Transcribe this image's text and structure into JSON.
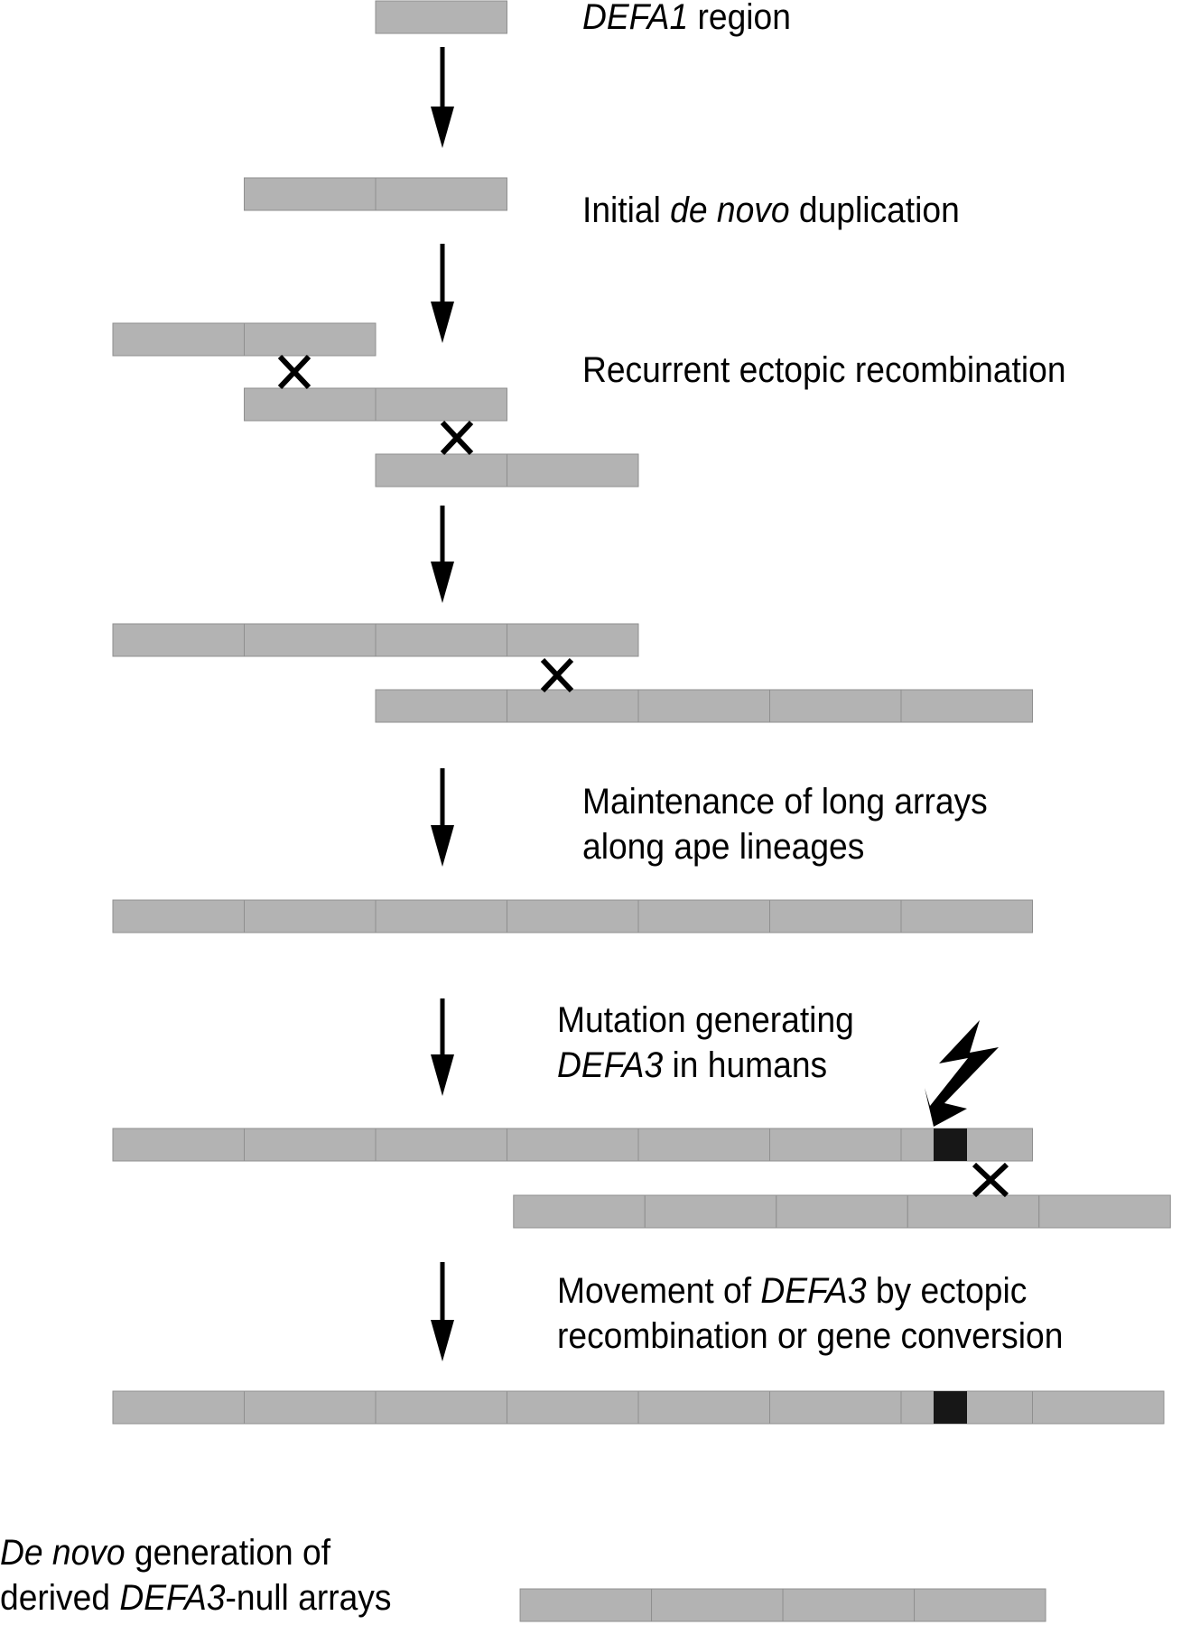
{
  "colors": {
    "block": "#b3b3b3",
    "block_border": "#8f8f8f",
    "mutant": "#171717",
    "ink": "#000000",
    "background": "#ffffff"
  },
  "steps": [
    {
      "id": "defa1-region",
      "parts": [
        {
          "t": "DEFA1",
          "i": true
        },
        {
          "t": " region",
          "i": false
        }
      ]
    },
    {
      "id": "initial-duplication",
      "parts": [
        {
          "t": "Initial ",
          "i": false
        },
        {
          "t": "de novo",
          "i": true
        },
        {
          "t": " duplication",
          "i": false
        }
      ]
    },
    {
      "id": "recurrent-recombination",
      "parts": [
        {
          "t": "Recurrent ectopic recombination",
          "i": false
        }
      ]
    },
    {
      "id": "maintenance",
      "parts": [
        {
          "t": "Maintenance of long arrays",
          "i": false
        }
      ],
      "line2": [
        {
          "t": "along ape lineages",
          "i": false
        }
      ]
    },
    {
      "id": "mutation",
      "parts": [
        {
          "t": "Mutation generating",
          "i": false
        }
      ],
      "line2": [
        {
          "t": "DEFA3",
          "i": true
        },
        {
          "t": " in humans",
          "i": false
        }
      ]
    },
    {
      "id": "movement",
      "parts": [
        {
          "t": "Movement of ",
          "i": false
        },
        {
          "t": "DEFA3",
          "i": true
        },
        {
          "t": " by ectopic",
          "i": false
        }
      ],
      "line2": [
        {
          "t": "recombination or gene conversion",
          "i": false
        }
      ]
    },
    {
      "id": "de-novo-null",
      "parts": [
        {
          "t": "De novo",
          "i": true
        },
        {
          "t": " generation of",
          "i": false
        }
      ],
      "line2": [
        {
          "t": "derived ",
          "i": false
        },
        {
          "t": "DEFA3",
          "i": true
        },
        {
          "t": "-null arrays",
          "i": false
        }
      ]
    }
  ],
  "arrays": [
    {
      "name": "defa1-single",
      "start": 2,
      "units": 1,
      "row": 0
    },
    {
      "name": "duplicated-pair",
      "start": 1,
      "units": 2,
      "row": 1
    },
    {
      "name": "recomb-array-a",
      "start": 0,
      "units": 2,
      "row": 2
    },
    {
      "name": "recomb-array-b",
      "start": 1,
      "units": 2,
      "row": 3
    },
    {
      "name": "recomb-array-c",
      "start": 2,
      "units": 2,
      "row": 4
    },
    {
      "name": "recomb2-array-a",
      "start": 0,
      "units": 4,
      "row": 5
    },
    {
      "name": "recomb2-array-b",
      "start": 2,
      "units": 5,
      "row": 6
    },
    {
      "name": "long-array",
      "start": 0,
      "units": 7,
      "row": 7
    },
    {
      "name": "mutated-array",
      "start": 0,
      "units": 7,
      "row": 8,
      "mutant_unit": 6
    },
    {
      "name": "partner-array",
      "start": 3.05,
      "units": 5,
      "row": 9
    },
    {
      "name": "moved-array",
      "start": 0,
      "units": 8,
      "row": 10,
      "mutant_unit": 6
    },
    {
      "name": "null-array",
      "start": 3.1,
      "units": 4,
      "row": 11
    }
  ],
  "crossovers": 4,
  "arrows": 7
}
